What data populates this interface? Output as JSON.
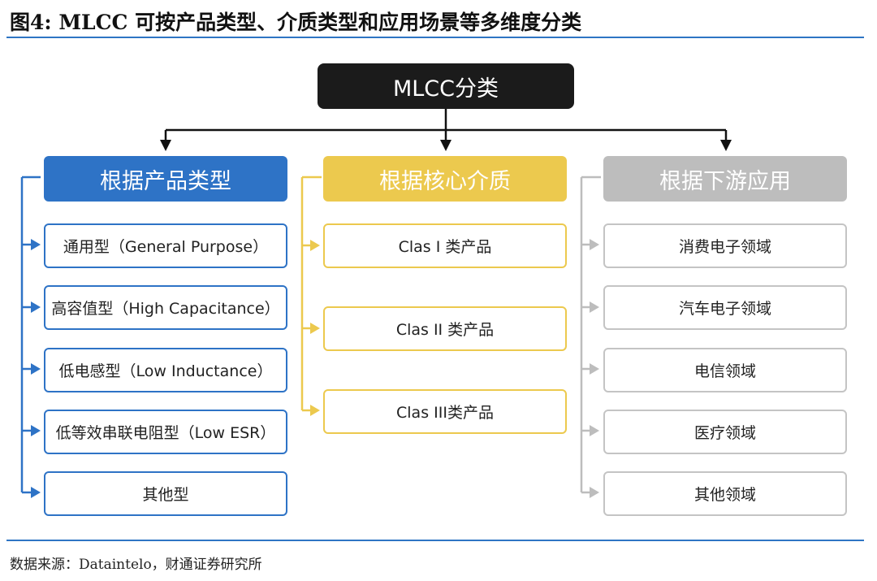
{
  "title": "图4: MLCC 可按产品类型、介质类型和应用场景等多维度分类",
  "root_label": "MLCC分类",
  "categories": [
    {
      "header": "根据产品类型",
      "color": "#2e73c6",
      "items": [
        "通用型（General Purpose）",
        "高容值型（High Capacitance）",
        "低电感型（Low Inductance）",
        "低等效串联电阻型（Low ESR）",
        "其他型"
      ]
    },
    {
      "header": "根据核心介质",
      "color": "#ecc94e",
      "items": [
        "Clas I 类产品",
        "Clas II 类产品",
        "Clas III类产品"
      ]
    },
    {
      "header": "根据下游应用",
      "color": "#bdbdbd",
      "items": [
        "消费电子领域",
        "汽车电子领域",
        "电信领域",
        "医疗领域",
        "其他领域"
      ]
    }
  ],
  "source": "数据来源：Dataintelo，财通证券研究所"
}
